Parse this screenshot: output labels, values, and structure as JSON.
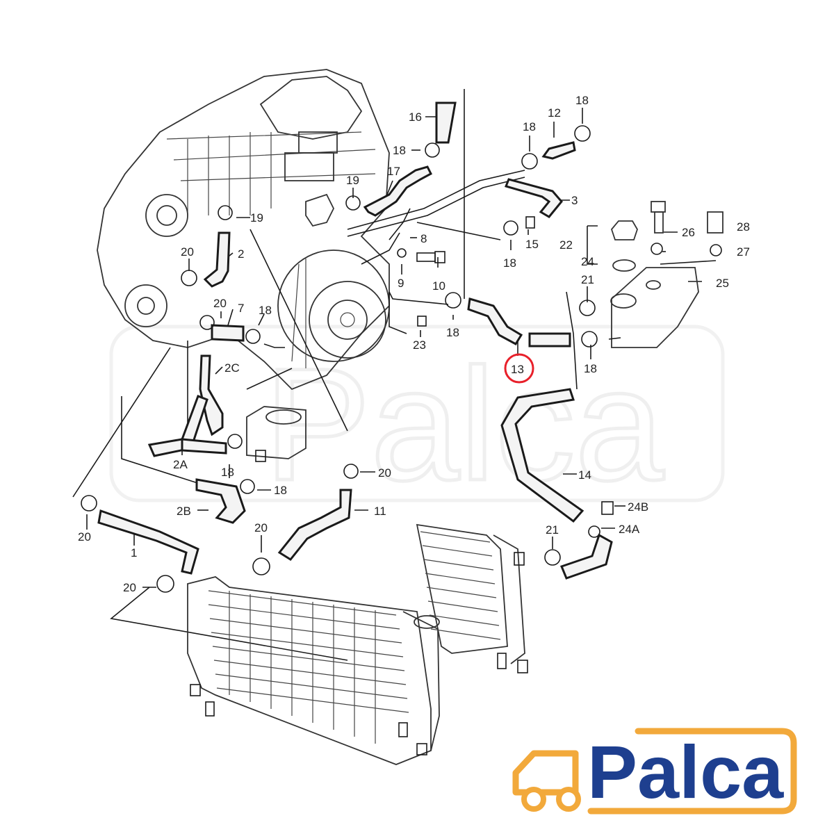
{
  "diagram": {
    "highlight": {
      "part": "13",
      "color": "#e8202a"
    },
    "watermark_text": "Palca",
    "logo": {
      "text": "Palca",
      "text_color": "#1e3f8f",
      "accent_color": "#f2a93b"
    },
    "labels": [
      {
        "id": "16",
        "text": "16"
      },
      {
        "id": "18a",
        "text": "18"
      },
      {
        "id": "12",
        "text": "12"
      },
      {
        "id": "18b",
        "text": "18"
      },
      {
        "id": "18c",
        "text": "18"
      },
      {
        "id": "17",
        "text": "17"
      },
      {
        "id": "19a",
        "text": "19"
      },
      {
        "id": "3",
        "text": "3"
      },
      {
        "id": "19b",
        "text": "19"
      },
      {
        "id": "8",
        "text": "8"
      },
      {
        "id": "15",
        "text": "15"
      },
      {
        "id": "18d",
        "text": "18"
      },
      {
        "id": "22",
        "text": "22"
      },
      {
        "id": "26",
        "text": "26"
      },
      {
        "id": "28",
        "text": "28"
      },
      {
        "id": "27",
        "text": "27"
      },
      {
        "id": "24",
        "text": "24"
      },
      {
        "id": "25",
        "text": "25"
      },
      {
        "id": "20a",
        "text": "20"
      },
      {
        "id": "2",
        "text": "2"
      },
      {
        "id": "9",
        "text": "9"
      },
      {
        "id": "10",
        "text": "10"
      },
      {
        "id": "21a",
        "text": "21"
      },
      {
        "id": "20b",
        "text": "20"
      },
      {
        "id": "7",
        "text": "7"
      },
      {
        "id": "18e",
        "text": "18"
      },
      {
        "id": "23",
        "text": "23"
      },
      {
        "id": "18f",
        "text": "18"
      },
      {
        "id": "13",
        "text": "13"
      },
      {
        "id": "18g",
        "text": "18"
      },
      {
        "id": "2C",
        "text": "2C"
      },
      {
        "id": "2A",
        "text": "2A"
      },
      {
        "id": "18h",
        "text": "18"
      },
      {
        "id": "20c",
        "text": "20"
      },
      {
        "id": "18i",
        "text": "18"
      },
      {
        "id": "14",
        "text": "14"
      },
      {
        "id": "2B",
        "text": "2B"
      },
      {
        "id": "11",
        "text": "11"
      },
      {
        "id": "24B",
        "text": "24B"
      },
      {
        "id": "24A",
        "text": "24A"
      },
      {
        "id": "20d",
        "text": "20"
      },
      {
        "id": "20e",
        "text": "20"
      },
      {
        "id": "1",
        "text": "1"
      },
      {
        "id": "21b",
        "text": "21"
      },
      {
        "id": "20f",
        "text": "20"
      }
    ]
  }
}
